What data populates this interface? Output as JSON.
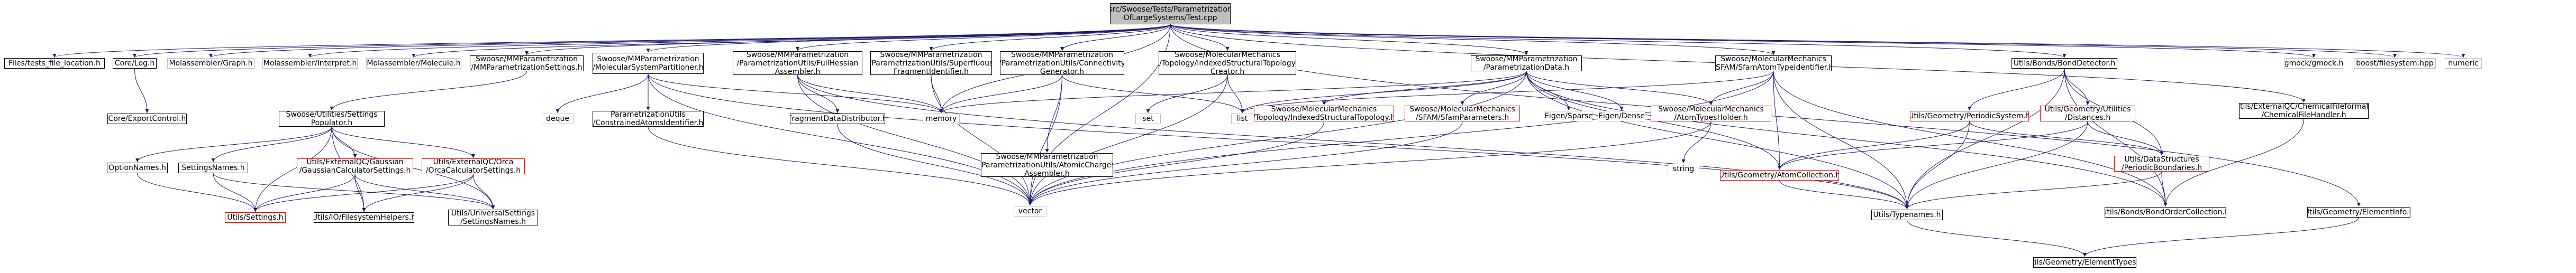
{
  "colors": {
    "edge": "#191970",
    "edge_dashed": "#8b1a1a",
    "root_fill": "#bfbfbf",
    "missing_border": "#bfbfbf",
    "truncated_border": "#ff0000"
  },
  "nodes": [
    {
      "id": "root",
      "label": [
        "src/Swoose/Tests/Parametrization",
        "OfLargeSystems/Test.cpp"
      ],
      "style": "root"
    },
    {
      "id": "files",
      "label": [
        "Files/tests_file_location.h"
      ],
      "style": "normal"
    },
    {
      "id": "corelog",
      "label": [
        "Core/Log.h"
      ],
      "style": "normal"
    },
    {
      "id": "corexport",
      "label": [
        "Core/ExportControl.h"
      ],
      "style": "normal"
    },
    {
      "id": "molgraph",
      "label": [
        "Molassembler/Graph.h"
      ],
      "style": "gray"
    },
    {
      "id": "molinterp",
      "label": [
        "Molassembler/Interpret.h"
      ],
      "style": "gray"
    },
    {
      "id": "molmol",
      "label": [
        "Molassembler/Molecule.h"
      ],
      "style": "gray"
    },
    {
      "id": "mmpset",
      "label": [
        "Swoose/MMParametrization",
        "/MMParametrizationSettings.h"
      ],
      "style": "normal"
    },
    {
      "id": "settingspop",
      "label": [
        "Swoose/Utilities/Settings",
        "Populator.h"
      ],
      "style": "normal"
    },
    {
      "id": "molpart",
      "label": [
        "Swoose/MMParametrization",
        "/MolecularSystemPartitioner.h"
      ],
      "style": "normal"
    },
    {
      "id": "fullhess",
      "label": [
        "Swoose/MMParametrization",
        "/ParametrizationUtils/FullHessian",
        "Assembler.h"
      ],
      "style": "normal"
    },
    {
      "id": "superfl",
      "label": [
        "Swoose/MMParametrization",
        "/ParametrizationUtils/Superfluous",
        "FragmentIdentifier.h"
      ],
      "style": "normal"
    },
    {
      "id": "connect",
      "label": [
        "Swoose/MMParametrization",
        "/ParametrizationUtils/Connectivity",
        "Generator.h"
      ],
      "style": "normal"
    },
    {
      "id": "idxtopo",
      "label": [
        "Swoose/MolecularMechanics",
        "/Topology/IndexedStructuralTopology",
        "Creator.h"
      ],
      "style": "normal"
    },
    {
      "id": "paramdata",
      "label": [
        "Swoose/MMParametrization",
        "/ParametrizationData.h"
      ],
      "style": "normal"
    },
    {
      "id": "sfamid",
      "label": [
        "Swoose/MolecularMechanics",
        "/SFAM/SfamAtomTypeIdentifier.h"
      ],
      "style": "normal"
    },
    {
      "id": "bonddet",
      "label": [
        "Utils/Bonds/BondDetector.h"
      ],
      "style": "normal"
    },
    {
      "id": "gmock",
      "label": [
        "gmock/gmock.h"
      ],
      "style": "gray"
    },
    {
      "id": "boostfs",
      "label": [
        "boost/filesystem.hpp"
      ],
      "style": "gray"
    },
    {
      "id": "numeric",
      "label": [
        "numeric"
      ],
      "style": "gray"
    },
    {
      "id": "deque",
      "label": [
        "deque"
      ],
      "style": "gray"
    },
    {
      "id": "constr",
      "label": [
        "ParametrizationUtils",
        "/ConstrainedAtomsIdentifier.h"
      ],
      "style": "normal"
    },
    {
      "id": "fragdist",
      "label": [
        "FragmentDataDistributor.h"
      ],
      "style": "normal"
    },
    {
      "id": "memory",
      "label": [
        "memory"
      ],
      "style": "gray"
    },
    {
      "id": "set",
      "label": [
        "set"
      ],
      "style": "gray"
    },
    {
      "id": "list",
      "label": [
        "list"
      ],
      "style": "gray"
    },
    {
      "id": "idxtopoh",
      "label": [
        "Swoose/MolecularMechanics",
        "/Topology/IndexedStructuralTopology.h"
      ],
      "style": "red"
    },
    {
      "id": "sfampar",
      "label": [
        "Swoose/MolecularMechanics",
        "/SFAM/SfamParameters.h"
      ],
      "style": "red"
    },
    {
      "id": "eigensp",
      "label": [
        "Eigen/Sparse"
      ],
      "style": "gray"
    },
    {
      "id": "eigende",
      "label": [
        "Eigen/Dense"
      ],
      "style": "gray"
    },
    {
      "id": "atomtypes",
      "label": [
        "Swoose/MolecularMechanics",
        "/AtomTypesHolder.h"
      ],
      "style": "red"
    },
    {
      "id": "periodic",
      "label": [
        "Utils/Geometry/PeriodicSystem.h"
      ],
      "style": "red"
    },
    {
      "id": "geodist",
      "label": [
        "Utils/Geometry/Utilities",
        "/Distances.h"
      ],
      "style": "red"
    },
    {
      "id": "extchem",
      "label": [
        "Utils/ExternalQC/ChemicalFileformats",
        "/ChemicalFileHandler.h"
      ],
      "style": "normal"
    },
    {
      "id": "optnames",
      "label": [
        "OptionNames.h"
      ],
      "style": "normal"
    },
    {
      "id": "setnames",
      "label": [
        "SettingsNames.h"
      ],
      "style": "normal"
    },
    {
      "id": "gaussian",
      "label": [
        "Utils/ExternalQC/Gaussian",
        "/GaussianCalculatorSettings.h"
      ],
      "style": "red"
    },
    {
      "id": "orca",
      "label": [
        "Utils/ExternalQC/Orca",
        "/OrcaCalculatorSettings.h"
      ],
      "style": "red"
    },
    {
      "id": "assemble",
      "label": [
        "Swoose/MMParametrization",
        "/ParametrizationUtils/AtomicCharges",
        "Assembler.h"
      ],
      "style": "normal"
    },
    {
      "id": "vector",
      "label": [
        "vector"
      ],
      "style": "gray"
    },
    {
      "id": "string",
      "label": [
        "string"
      ],
      "style": "gray"
    },
    {
      "id": "atomcoll",
      "label": [
        "Utils/Geometry/AtomCollection.h"
      ],
      "style": "red"
    },
    {
      "id": "periodicb",
      "label": [
        "Utils/DataStructures",
        "/PeriodicBoundaries.h"
      ],
      "style": "red"
    },
    {
      "id": "bondorder",
      "label": [
        "Utils/Bonds/BondOrderCollection.h"
      ],
      "style": "normal"
    },
    {
      "id": "elinfo",
      "label": [
        "Utils/Geometry/ElementInfo.h"
      ],
      "style": "normal"
    },
    {
      "id": "utsettings",
      "label": [
        "Utils/Settings.h"
      ],
      "style": "red"
    },
    {
      "id": "fshelpers",
      "label": [
        "Utils/IO/FilesystemHelpers.h"
      ],
      "style": "normal"
    },
    {
      "id": "univset",
      "label": [
        "Utils/UniversalSettings",
        "/SettingsNames.h"
      ],
      "style": "normal"
    },
    {
      "id": "typenames",
      "label": [
        "Utils/Typenames.h"
      ],
      "style": "normal"
    },
    {
      "id": "eltypes",
      "label": [
        "Utils/Geometry/ElementTypes.h"
      ],
      "style": "normal"
    }
  ],
  "edges": [
    [
      "root",
      "files"
    ],
    [
      "root",
      "corelog"
    ],
    [
      "root",
      "molgraph"
    ],
    [
      "root",
      "molinterp"
    ],
    [
      "root",
      "molmol"
    ],
    [
      "root",
      "mmpset"
    ],
    [
      "root",
      "molpart"
    ],
    [
      "root",
      "fullhess"
    ],
    [
      "root",
      "superfl"
    ],
    [
      "root",
      "connect"
    ],
    [
      "root",
      "idxtopo"
    ],
    [
      "root",
      "paramdata"
    ],
    [
      "root",
      "sfamid"
    ],
    [
      "root",
      "bonddet"
    ],
    [
      "root",
      "gmock"
    ],
    [
      "root",
      "boostfs"
    ],
    [
      "root",
      "numeric"
    ],
    [
      "root",
      "extchem"
    ],
    [
      "root",
      "elinfo"
    ],
    [
      "root",
      "memory"
    ],
    [
      "root",
      "vector"
    ],
    [
      "corelog",
      "corexport"
    ],
    [
      "mmpset",
      "settingspop"
    ],
    [
      "settingspop",
      "optnames"
    ],
    [
      "settingspop",
      "setnames"
    ],
    [
      "settingspop",
      "gaussian"
    ],
    [
      "settingspop",
      "orca"
    ],
    [
      "settingspop",
      "utsettings"
    ],
    [
      "settingspop",
      "fshelpers"
    ],
    [
      "settingspop",
      "univset"
    ],
    [
      "optnames",
      "utsettings"
    ],
    [
      "setnames",
      "utsettings"
    ],
    [
      "setnames",
      "univset"
    ],
    [
      "gaussian",
      "utsettings"
    ],
    [
      "gaussian",
      "fshelpers"
    ],
    [
      "gaussian",
      "univset"
    ],
    [
      "orca",
      "utsettings"
    ],
    [
      "orca",
      "fshelpers"
    ],
    [
      "orca",
      "univset"
    ],
    [
      "molpart",
      "deque"
    ],
    [
      "molpart",
      "constr"
    ],
    [
      "molpart",
      "memory"
    ],
    [
      "molpart",
      "vector"
    ],
    [
      "molpart",
      "typenames"
    ],
    [
      "constr",
      "vector"
    ],
    [
      "fullhess",
      "fragdist"
    ],
    [
      "fullhess",
      "memory"
    ],
    [
      "fullhess",
      "vector"
    ],
    [
      "fullhess",
      "typenames"
    ],
    [
      "fragdist",
      "vector"
    ],
    [
      "superfl",
      "memory"
    ],
    [
      "superfl",
      "vector"
    ],
    [
      "connect",
      "memory"
    ],
    [
      "connect",
      "list"
    ],
    [
      "connect",
      "assemble"
    ],
    [
      "connect",
      "vector"
    ],
    [
      "idxtopo",
      "set"
    ],
    [
      "idxtopo",
      "list"
    ],
    [
      "idxtopo",
      "vector"
    ],
    [
      "paramdata",
      "idxtopoh"
    ],
    [
      "paramdata",
      "sfampar"
    ],
    [
      "paramdata",
      "eigensp"
    ],
    [
      "paramdata",
      "eigende"
    ],
    [
      "paramdata",
      "atomtypes"
    ],
    [
      "paramdata",
      "list"
    ],
    [
      "paramdata",
      "atomcoll"
    ],
    [
      "paramdata",
      "bondorder"
    ],
    [
      "paramdata",
      "typenames"
    ],
    [
      "paramdata",
      "vector"
    ],
    [
      "paramdata",
      "memory"
    ],
    [
      "idxtopoh",
      "vector"
    ],
    [
      "sfampar",
      "vector"
    ],
    [
      "atomtypes",
      "string"
    ],
    [
      "atomtypes",
      "vector"
    ],
    [
      "sfamid",
      "atomtypes"
    ],
    [
      "sfamid",
      "list"
    ],
    [
      "sfamid",
      "atomcoll"
    ],
    [
      "sfamid",
      "bondorder"
    ],
    [
      "sfamid",
      "typenames"
    ],
    [
      "sfamid",
      "vector"
    ],
    [
      "bonddet",
      "periodic"
    ],
    [
      "bonddet",
      "geodist"
    ],
    [
      "bonddet",
      "bondorder"
    ],
    [
      "bonddet",
      "periodicb"
    ],
    [
      "bonddet",
      "typenames"
    ],
    [
      "periodic",
      "atomcoll"
    ],
    [
      "periodic",
      "periodicb"
    ],
    [
      "periodic",
      "typenames"
    ],
    [
      "geodist",
      "periodicb"
    ],
    [
      "geodist",
      "typenames"
    ],
    [
      "geodist",
      "atomcoll"
    ],
    [
      "periodicb",
      "typenames"
    ],
    [
      "periodicb",
      "bondorder"
    ],
    [
      "atomcoll",
      "typenames"
    ],
    [
      "extchem",
      "bondorder"
    ],
    [
      "elinfo",
      "eltypes"
    ],
    [
      "typenames",
      "eltypes"
    ]
  ]
}
